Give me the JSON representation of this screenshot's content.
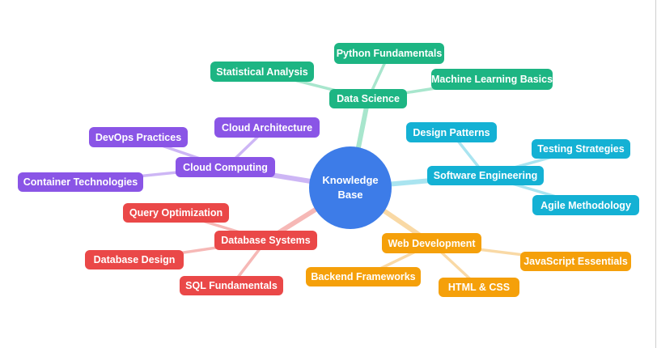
{
  "page": {
    "background": "#ffffff",
    "right_border_color": "#cfcfcf"
  },
  "mindmap": {
    "center": {
      "label": "Knowledge Base",
      "color": "#3d7ce8",
      "text_color": "#ffffff"
    },
    "branches": [
      {
        "label": "Data Science",
        "color": "#1db583",
        "line_color": "#a8e6cd",
        "children": [
          {
            "label": "Python Fundamentals"
          },
          {
            "label": "Statistical Analysis"
          },
          {
            "label": "Machine Learning Basics"
          }
        ]
      },
      {
        "label": "Software Engineering",
        "color": "#14b1d4",
        "line_color": "#a9e4f0",
        "children": [
          {
            "label": "Design Patterns"
          },
          {
            "label": "Testing Strategies"
          },
          {
            "label": "Agile Methodology"
          }
        ]
      },
      {
        "label": "Cloud Computing",
        "color": "#8a55e6",
        "line_color": "#cdb6f5",
        "children": [
          {
            "label": "Cloud Architecture"
          },
          {
            "label": "DevOps Practices"
          },
          {
            "label": "Container Technologies"
          }
        ]
      },
      {
        "label": "Database Systems",
        "color": "#ea4848",
        "line_color": "#f6b8b6",
        "children": [
          {
            "label": "Query Optimization"
          },
          {
            "label": "Database Design"
          },
          {
            "label": "SQL Fundamentals"
          }
        ]
      },
      {
        "label": "Web Development",
        "color": "#f5a00a",
        "line_color": "#f9d9a5",
        "children": [
          {
            "label": "JavaScript Essentials"
          },
          {
            "label": "Backend Frameworks"
          },
          {
            "label": "HTML & CSS"
          }
        ]
      }
    ]
  }
}
